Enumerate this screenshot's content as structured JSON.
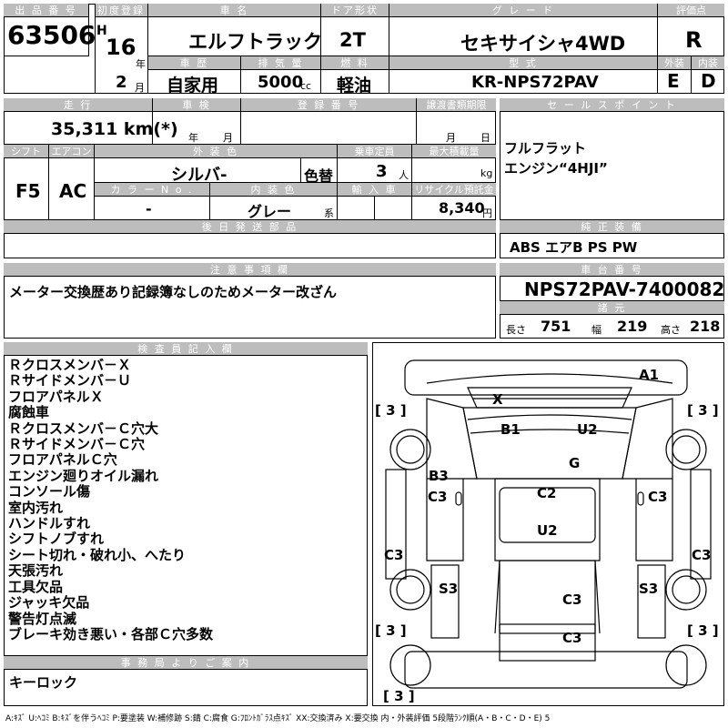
{
  "header": {
    "lot_no_label": "出 品 番 号",
    "lot_no": "63506",
    "first_reg_label": "初度登録",
    "era": "H",
    "year": "16",
    "year_unit": "年",
    "month": "2",
    "month_unit": "月",
    "car_name_label": "車 名",
    "car_name": "エルフトラック",
    "doors_label": "ドア形状",
    "doors": "2T",
    "grade_label": "グ レ ー ド",
    "grade": "セキサイシャ4WD",
    "score_label": "評価点",
    "score": "R",
    "history_label": "車 歴",
    "history": "自家用",
    "displacement_label": "排 気 量",
    "displacement": "5000",
    "displacement_unit": "cc",
    "fuel_label": "燃 料",
    "fuel": "軽油",
    "model_label": "型 式",
    "model": "KR-NPS72PAV",
    "ext_label": "外装",
    "ext": "E",
    "int_label": "内装",
    "int": "D"
  },
  "row2": {
    "mileage_label": "走 行",
    "mileage": "35,311 km(*)",
    "inspection_label": "車 検",
    "insp_year": "年",
    "insp_month": "月",
    "reg_no_label": "登 録 番 号",
    "transfer_label": "譲渡書類期限",
    "tr_month": "月",
    "tr_day": "日",
    "sales_label": "セ ー ル ス ポ イ ン ト",
    "sales_points": [
      "フルフラット",
      "エンジン“4HJI”"
    ]
  },
  "row3": {
    "shift_label": "シフト",
    "shift": "F5",
    "ac_label": "エアコン",
    "ac": "AC",
    "ext_color_label": "外 装 色",
    "ext_color": "シルバ-",
    "color_change": "色替",
    "capacity_label": "乗車定員",
    "capacity": "3",
    "capacity_unit": "人",
    "max_load_label": "最大積載量",
    "max_load_unit": "kg",
    "color_no_label": "カ ラ ー N o .",
    "color_no": "-",
    "int_color_label": "内 装 色",
    "int_color": "グレー",
    "int_color_unit": "系",
    "import_label": "輸 入 車",
    "recycle_label": "リサイクル預託金",
    "recycle": "8,340",
    "recycle_unit": "円"
  },
  "later_parts_label": "後 日 発 送 部 品",
  "equipment_label": "純 正 装 備",
  "equipment": "ABS エアB PS PW",
  "notes_label": "注 意 事 項 欄",
  "notes": "メーター交換歴あり記録簿なしのためメーター改ざん",
  "chassis_label": "車 台 番 号",
  "chassis": "NPS72PAV-7400082",
  "dims_label": "諸 元",
  "dims": {
    "length_label": "長さ",
    "length": "751",
    "width_label": "幅",
    "width": "219",
    "height_label": "高さ",
    "height": "218"
  },
  "inspector_label": "検 査 員 記 入 欄",
  "inspector_notes": [
    "Ｒクロスメンバ－Ｘ",
    "Ｒサイドメンバ－Ｕ",
    "フロアパネルＸ",
    "腐蝕車",
    "Ｒクロスメンバ－Ｃ穴大",
    "Ｒサイドメンバ－Ｃ穴",
    "フロアパネルＣ穴",
    "エンジン廻りオイル漏れ",
    "コンソール傷",
    "室内汚れ",
    "ハンドルすれ",
    "シフトノブすれ",
    "シート切れ・破れ小、へたり",
    "天張汚れ",
    "工具欠品",
    "ジャッキ欠品",
    "警告灯点滅",
    "ブレーキ効き悪い・各部Ｃ穴多数"
  ],
  "office_label": "事 務 局 よ り ご 案 内",
  "office_note": "キーロック",
  "diagram": {
    "tire_marks": [
      "[ 3 ]",
      "[ 3 ]",
      "[ 3 ]",
      "[ 3 ]",
      "[ 3 ]"
    ],
    "damage": [
      "A1",
      "X",
      "B1",
      "U2",
      "G",
      "B3",
      "C3",
      "C2",
      "C3",
      "U2",
      "C3",
      "C3",
      "S3",
      "C3",
      "S3",
      "C3"
    ]
  },
  "legend": "A:ｷｽﾞ U:ﾍｺﾐ B:ｷｽﾞを伴うﾍｺﾐ P:要塗装 W:補修跡 S:錆 C:腐食 G:ﾌﾛﾝﾄｶﾞﾗｽ点ｷｽﾞ XX:交換済み X:要交換 内・外装評価 5段階ﾗﾝｸ順(A・B・C・D・E) 5"
}
